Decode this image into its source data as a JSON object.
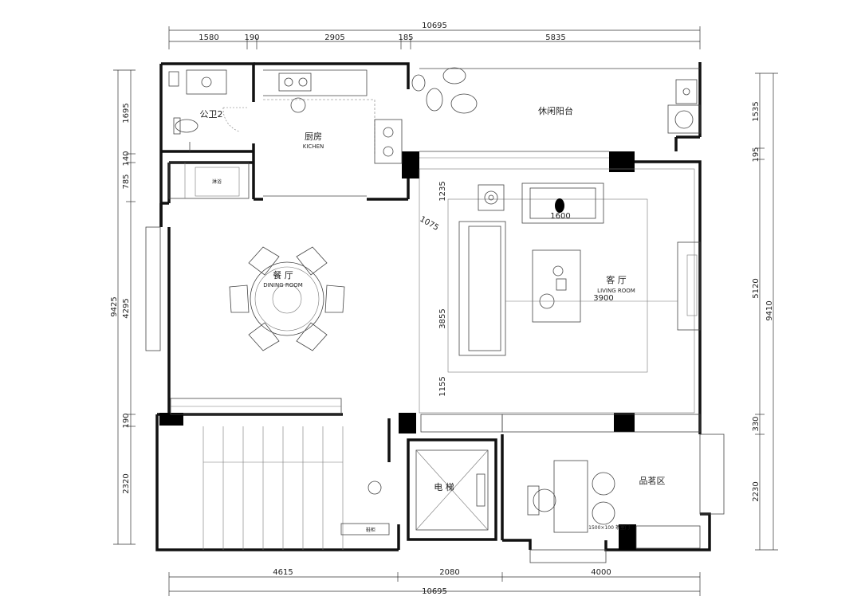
{
  "dimensions": {
    "top_total": "10695",
    "top_segments": [
      "1580",
      "190",
      "2905",
      "185",
      "5835"
    ],
    "bottom_total": "10695",
    "bottom_segments": [
      "4615",
      "2080",
      "4000"
    ],
    "left_total": "9425",
    "left_segments": [
      "1695",
      "140",
      "785",
      "4295",
      "190",
      "2320"
    ],
    "right_total": "9410",
    "right_segments": [
      "1535",
      "195",
      "5120",
      "330",
      "2230"
    ],
    "interior": [
      "1235",
      "1075",
      "1600",
      "3900",
      "3855",
      "1155"
    ]
  },
  "rooms": {
    "bathroom": {
      "zh": "公卫2"
    },
    "kitchen": {
      "zh": "厨房",
      "en": "KICHEN"
    },
    "balcony": {
      "zh": "休闲阳台"
    },
    "dining": {
      "zh": "餐 厅",
      "en": "DINING ROOM"
    },
    "living": {
      "zh": "客 厅",
      "en": "LIVING ROOM"
    },
    "elevator": {
      "zh": "电 梯"
    },
    "tea": {
      "zh": "品茗区"
    }
  },
  "small_labels": {
    "shower": "淋浴",
    "shoe": "鞋柜",
    "tea_note": "1500×100 茶室门"
  }
}
